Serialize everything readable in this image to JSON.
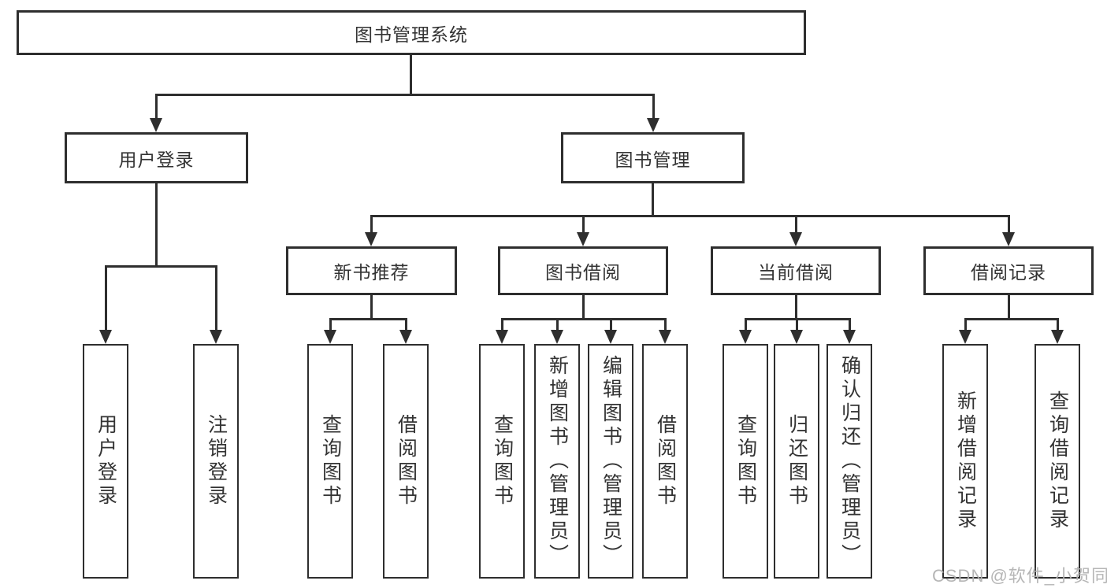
{
  "diagram": {
    "root": {
      "label": "图书管理系统"
    },
    "level2": [
      {
        "label": "用户登录"
      },
      {
        "label": "图书管理"
      }
    ],
    "level3": [
      {
        "label": "新书推荐"
      },
      {
        "label": "图书借阅"
      },
      {
        "label": "当前借阅"
      },
      {
        "label": "借阅记录"
      }
    ],
    "leaves": {
      "user": [
        "用户登录",
        "注销登录"
      ],
      "recommend": [
        "查询图书",
        "借阅图书"
      ],
      "borrow": [
        "查询图书",
        "新增图书（管理员）",
        "编辑图书（管理员）",
        "借阅图书"
      ],
      "current": [
        "查询图书",
        "归还图书",
        "确认归还（管理员）"
      ],
      "records": [
        "新增借阅记录",
        "查询借阅记录"
      ]
    }
  },
  "watermark": "CSDN @软件_小贺同学",
  "colors": {
    "line": "#2e2e2e",
    "text": "#333333",
    "watermark": "#b2b2b2",
    "background": "#ffffff"
  }
}
